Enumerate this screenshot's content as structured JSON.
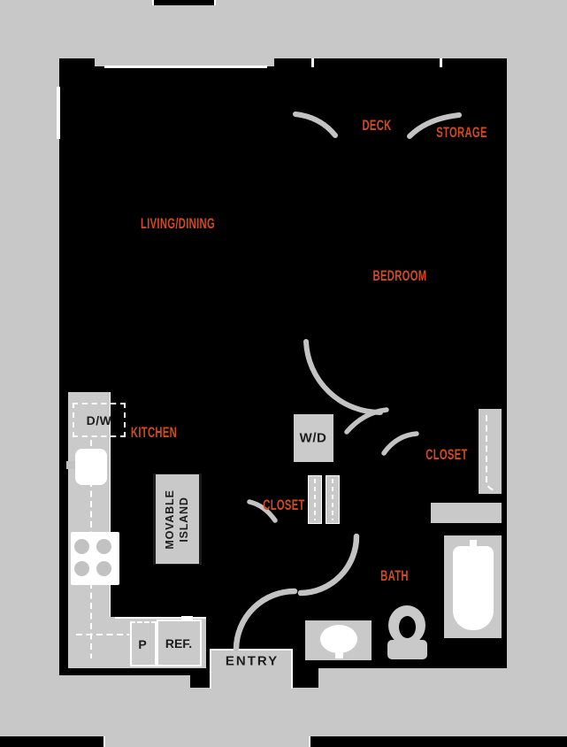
{
  "floorplan": {
    "rooms": {
      "deck": "DECK",
      "storage": "STORAGE",
      "living_dining": "LIVING/DINING",
      "bedroom": "BEDROOM",
      "kitchen": "KITCHEN",
      "closet_bedroom": "CLOSET",
      "closet_hall": "CLOSET",
      "bath": "BATH",
      "entry": "ENTRY"
    },
    "fixtures": {
      "dishwasher": "D/W",
      "washer_dryer": "W/D",
      "island_line1": "MOVABLE",
      "island_line2": "ISLAND",
      "pantry": "P",
      "refrigerator": "REF."
    },
    "colors": {
      "background": "#c8c8c8",
      "unit_floor": "#000000",
      "fixture_gray": "#cacaca",
      "label_orange": "#d44a1c",
      "label_dark": "#1d1d1d",
      "door_arc_gray": "#c3c3c3",
      "detail_white": "#ffffff"
    }
  }
}
